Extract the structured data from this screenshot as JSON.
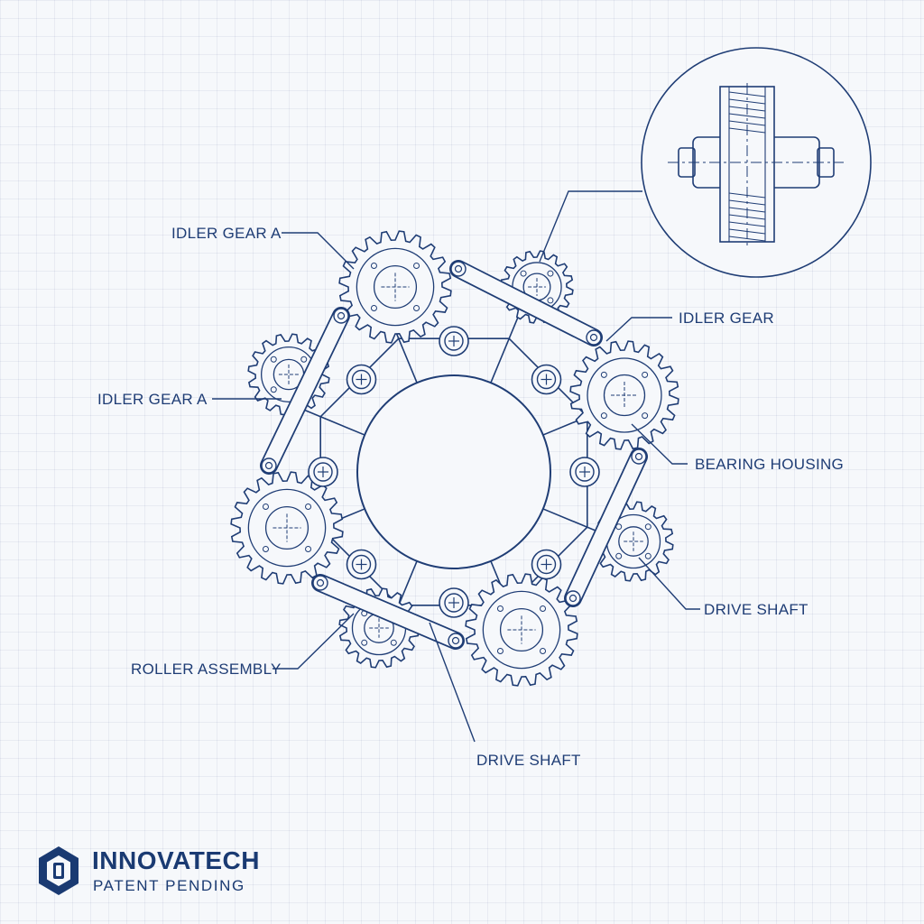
{
  "labels": {
    "idler_gear_a_top": "IDLER GEAR A",
    "idler_gear_a_left": "IDLER GEAR A",
    "idler_gear": "IDLER GEAR",
    "bearing_housing": "BEARING HOUSING",
    "drive_shaft_right": "DRIVE SHAFT",
    "roller_assembly": "ROLLER ASSEMBLY",
    "drive_shaft_bottom": "DRIVE SHAFT"
  },
  "brand": {
    "name": "INNOVATECH",
    "subtitle": "PATENT PENDING",
    "logo_icon": "hexagon-logo-icon"
  },
  "colors": {
    "ink": "#1f3d75",
    "paper": "#f6f8fb"
  }
}
